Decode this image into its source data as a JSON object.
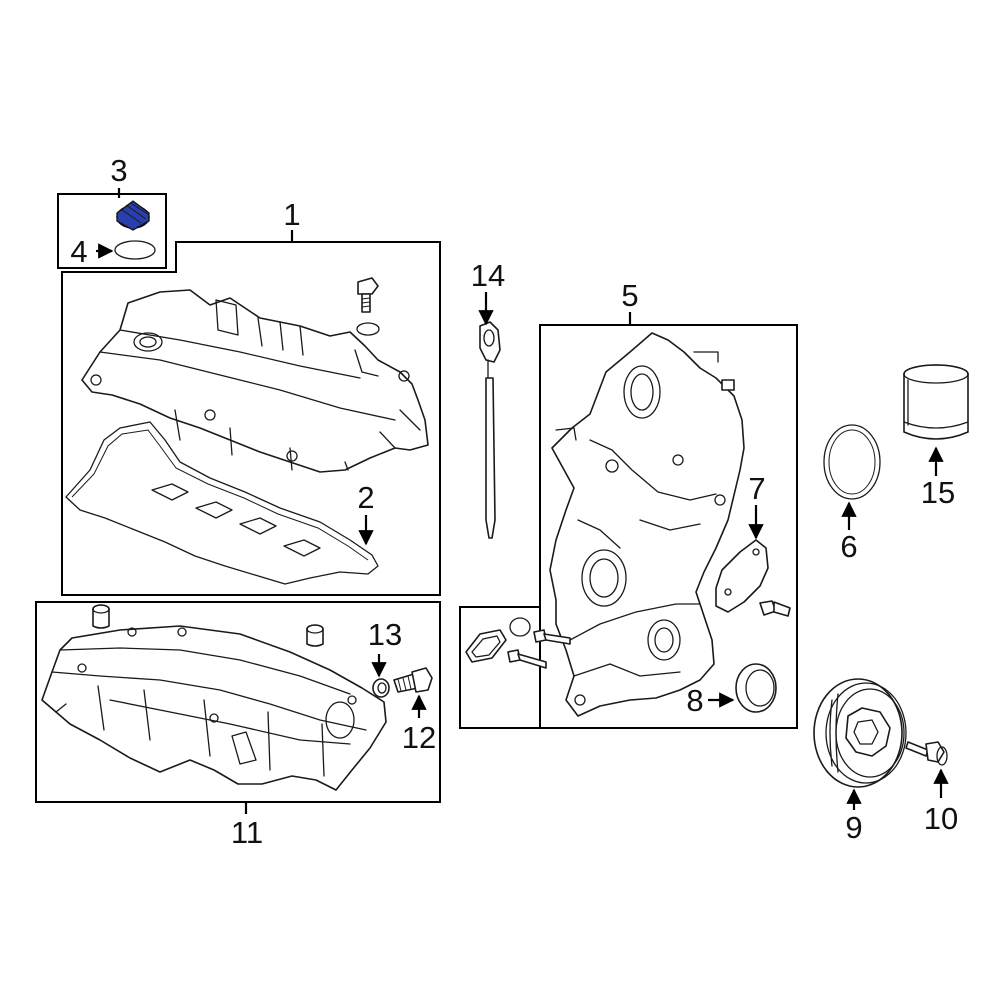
{
  "highlight_color": "#2a3fae",
  "callouts": {
    "c1": "1",
    "c2": "2",
    "c3": "3",
    "c4": "4",
    "c5": "5",
    "c6": "6",
    "c7": "7",
    "c8": "8",
    "c9": "9",
    "c10": "10",
    "c11": "11",
    "c12": "12",
    "c13": "13",
    "c14": "14",
    "c15": "15"
  }
}
